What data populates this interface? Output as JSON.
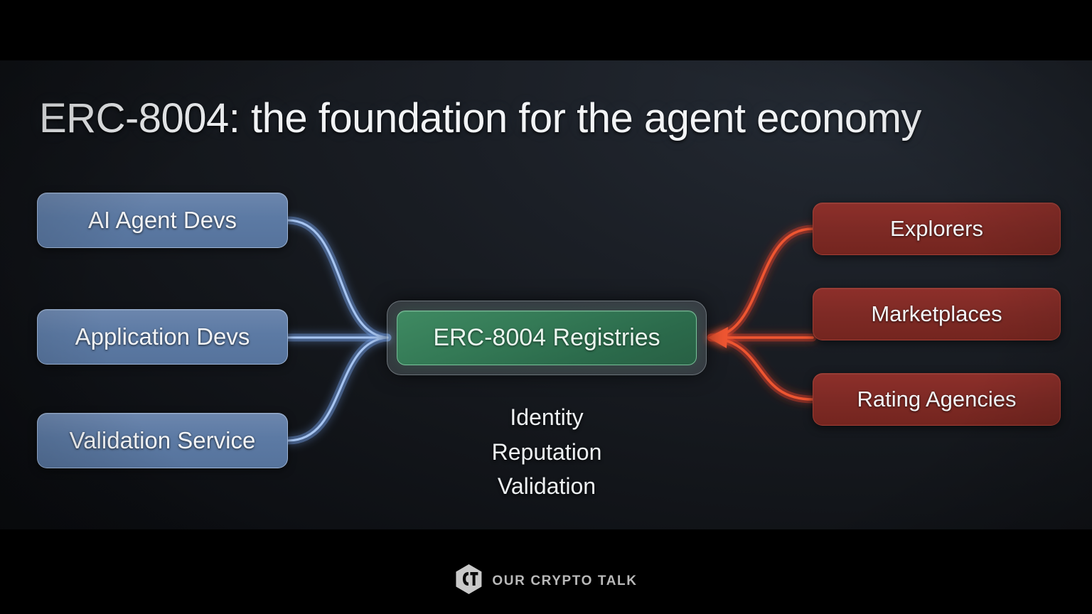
{
  "slide": {
    "title": "ERC-8004: the foundation for the agent economy",
    "background_color": "#14171c",
    "letterbox_color": "#000000"
  },
  "left_nodes": {
    "accent_color": "#5c7aa4",
    "connector_color": "#7aa6e8",
    "items": [
      {
        "label": "AI Agent Devs"
      },
      {
        "label": "Application Devs"
      },
      {
        "label": "Validation Service"
      }
    ]
  },
  "hub": {
    "label": "ERC-8004 Registries",
    "accent_color": "#347a56",
    "sub_labels": [
      "Identity",
      "Reputation",
      "Validation"
    ]
  },
  "right_nodes": {
    "accent_color": "#7e2a25",
    "connector_color": "#e8452a",
    "items": [
      {
        "label": "Explorers"
      },
      {
        "label": "Marketplaces"
      },
      {
        "label": "Rating Agencies"
      }
    ]
  },
  "watermark": {
    "brand": "OUR CRYPTO TALK",
    "logo_icon": "hexagon-oct-logo-icon",
    "color": "#b9b9b9"
  }
}
